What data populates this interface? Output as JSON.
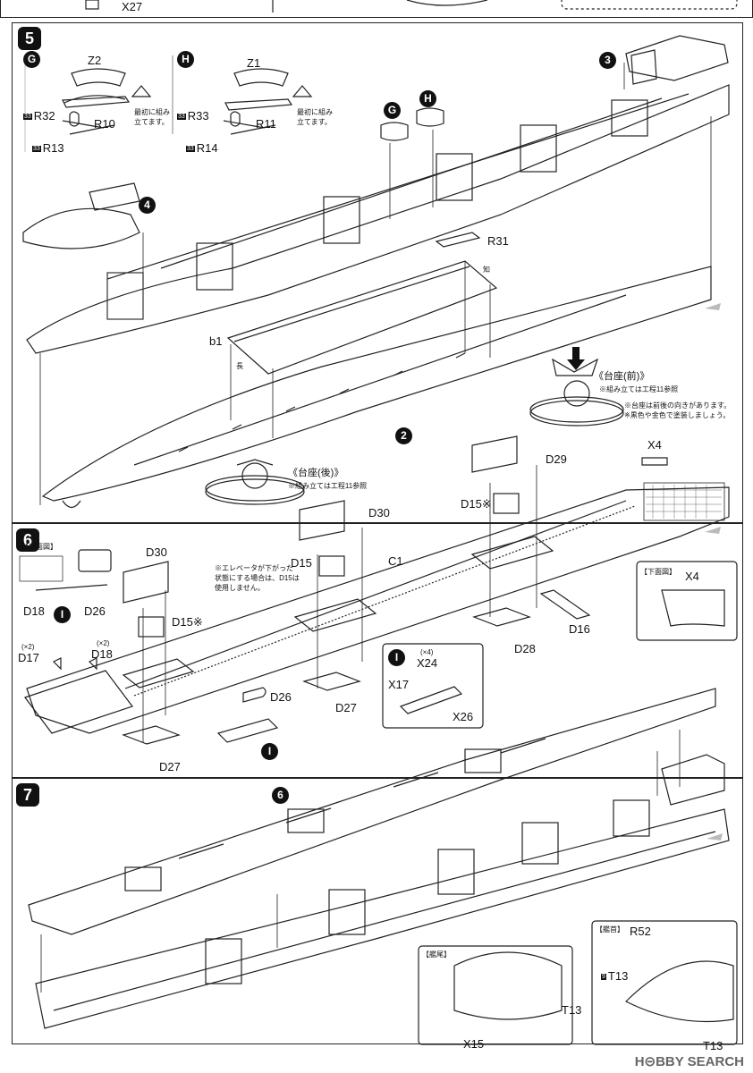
{
  "top": {
    "part": "X27"
  },
  "step5": {
    "number": "5",
    "sub_g": {
      "marker": "G",
      "part_top": "Z2",
      "r_left": "R32",
      "r_mid": "R10",
      "r_bot": "R13",
      "note": "最初に組み\n立てます。",
      "qty_tag": "33"
    },
    "sub_h": {
      "marker": "H",
      "part_top": "Z1",
      "r_left": "R33",
      "r_mid": "R11",
      "r_bot": "R14",
      "note": "最初に組み\n立てます。",
      "qty_tag": "33"
    },
    "markers": {
      "m3": "3",
      "m4": "4",
      "m2": "2",
      "g": "G",
      "h": "H"
    },
    "parts": {
      "r31": "R31",
      "b1": "b1",
      "chi": "知",
      "naga": "長"
    },
    "stand_front": {
      "title": "《台座(前)》",
      "note": "※組み立ては工程11参照"
    },
    "stand_back": {
      "title": "《台座(後)》",
      "note": "※組み立ては工程11参照"
    },
    "stand_notes": "※台座は前後の向きがあります。\n※黒色や金色で塗装しましょう。"
  },
  "step6": {
    "number": "6",
    "labels": {
      "x4": "X4",
      "d29": "D29",
      "d15a": "D15※",
      "d30a": "D30",
      "d15b": "D15",
      "c1": "C1",
      "d30b": "D30",
      "d15c": "D15※",
      "d16": "D16",
      "d28": "D28",
      "d27a": "D27",
      "d27b": "D27",
      "d26a": "D26",
      "d26b": "D26",
      "d18a": "D18",
      "d18b": "D18",
      "d17": "D17",
      "x2a": "(×2)",
      "x2b": "(×2)",
      "bottom_view": "【下面図】",
      "bottom_view2": "【下面図】",
      "x4b": "X4"
    },
    "elevator_note": "※エレベータが下がった\n状態にする場合は、D15は\n使用しません。",
    "sub_i": {
      "marker": "I",
      "x24": "X24",
      "x4": "(×4)",
      "x17": "X17",
      "x26": "X26"
    }
  },
  "step7": {
    "number": "7",
    "marker6": "6",
    "stern": {
      "title": "【艦尾】",
      "t13": "T13",
      "x15": "X15"
    },
    "bow": {
      "title": "【艦首】",
      "r52": "R52",
      "tag": "9",
      "t13a": "T13",
      "t13b": "T13"
    }
  },
  "watermark": "H⊝BBY SEARCH"
}
